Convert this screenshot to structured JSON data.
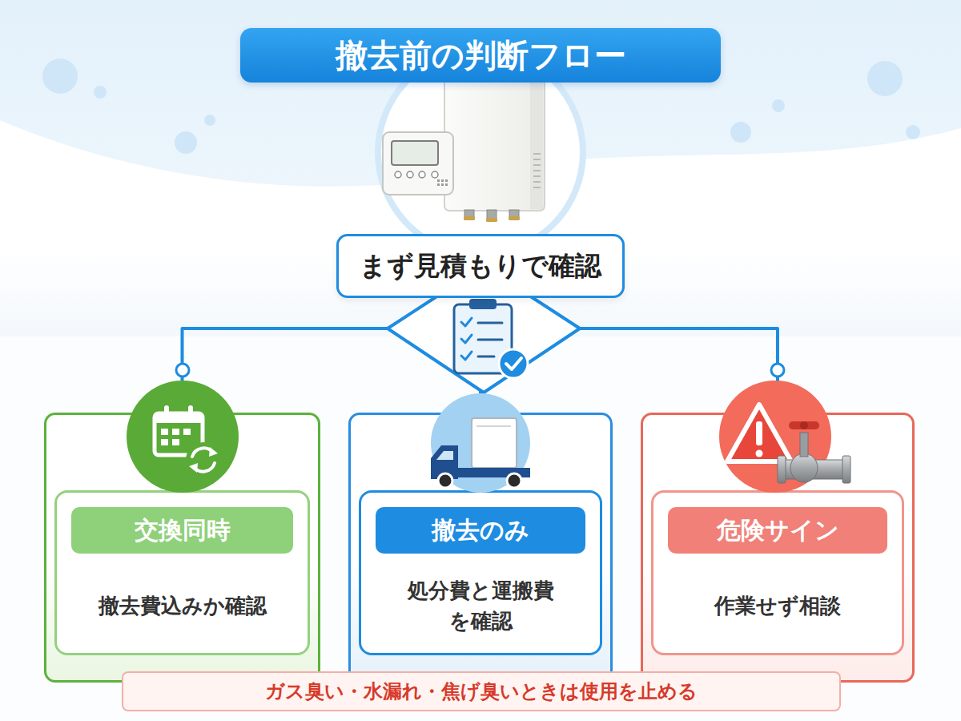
{
  "diagram": {
    "title": "撤去前の判断フロー",
    "nodes": [
      {
        "text": [
          "まず見積もりで確認"
        ]
      },
      {
        "text": [
          "交換同時",
          "撤去費込みか確認"
        ]
      },
      {
        "text": [
          "撤去のみ",
          "処分費と運搬費 を確認"
        ]
      },
      {
        "text": [
          "危険サイン",
          "作業せず相談"
        ]
      },
      {
        "text": [
          "ガス臭い・水漏れ・焦げ臭いときは使用を止める"
        ]
      }
    ],
    "edges": [
      {
        "from": 0,
        "to": 1,
        "arrow": "none"
      },
      {
        "from": 0,
        "to": 2,
        "arrow": "none"
      },
      {
        "from": 0,
        "to": 3,
        "arrow": "none"
      }
    ]
  }
}
